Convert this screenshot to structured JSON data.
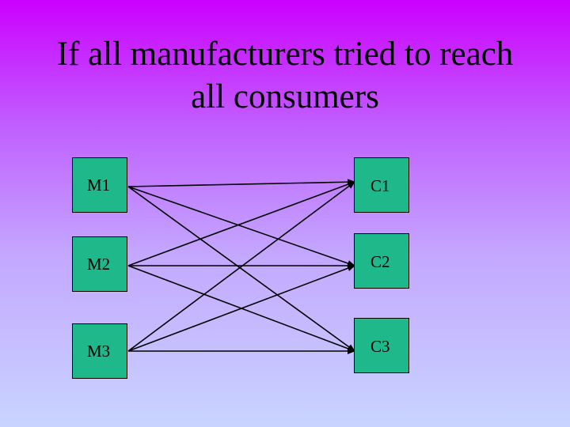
{
  "slide": {
    "title_line1": "If all manufacturers tried to reach",
    "title_line2": "all consumers"
  },
  "manufacturers": [
    {
      "label": "M1"
    },
    {
      "label": "M2"
    },
    {
      "label": "M3"
    }
  ],
  "consumers": [
    {
      "label": "C1"
    },
    {
      "label": "C2"
    },
    {
      "label": "C3"
    }
  ],
  "colors": {
    "node_fill": "#1fb88a",
    "arrow": "#000000"
  }
}
